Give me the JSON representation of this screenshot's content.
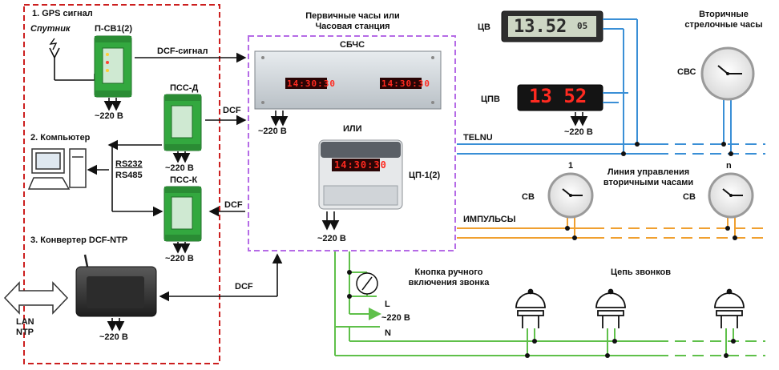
{
  "source_section": {
    "gps_title": "1. GPS сигнал",
    "satellite": "Спутник",
    "receiver": "П-СВ1(2)",
    "dcf_signal": "DCF-сигнал",
    "pss_d": "ПСС-Д",
    "pss_k": "ПСС-К",
    "dcf_1": "DCF",
    "dcf_2": "DCF",
    "dcf_3": "DCF",
    "computer_title": "2. Компьютер",
    "rs232": "RS232",
    "rs485": "RS485",
    "converter_title": "3. Конвертер DCF-NTP",
    "lan": "LAN",
    "ntp": "NTP",
    "power_receiver": "~220 В",
    "power_pss_d": "~220 В",
    "power_pss_k": "~220 В",
    "power_converter": "~220 В"
  },
  "primary_section": {
    "title_line1": "Первичные часы или",
    "title_line2": "Часовая станция",
    "station": "СБЧС",
    "or": "ИЛИ",
    "controller": "ЦП-1(2)",
    "power_station": "~220 В",
    "power_controller": "~220 В",
    "station_display_left": "14:30:30",
    "station_display_right": "14:30:30",
    "controller_display": "14:30:30"
  },
  "secondary_section": {
    "tsv": "ЦВ",
    "tsv_display": "13.52",
    "tsv_seconds": "05",
    "tspv": "ЦПВ",
    "tspv_display": "13 52",
    "power_tspv": "~220 В",
    "analog_title_line1": "Вторичные",
    "analog_title_line2": "стрелочные часы",
    "svs": "СВС",
    "telnu": "TELNU",
    "control_line_line1": "Линия управления",
    "control_line_line2": "вторичными часами",
    "clock_1_number": "1",
    "clock_n_number": "n",
    "sv_1": "СВ",
    "sv_n": "СВ",
    "pulses": "ИМПУЛЬСЫ"
  },
  "bell_section": {
    "manual_button_line1": "Кнопка ручного",
    "manual_button_line2": "включения звонка",
    "bell_chain": "Цепь звонков",
    "phase": "L",
    "neutral": "N",
    "power": "~220 В"
  },
  "colors": {
    "source_border": "#cc1f1f",
    "primary_border": "#b56be6",
    "telnu_line": "#3a8fd6",
    "pulse_line": "#f0a030",
    "bell_line": "#5fc04a",
    "led_red": "#ff2a20",
    "module_green": "#33a83f"
  }
}
